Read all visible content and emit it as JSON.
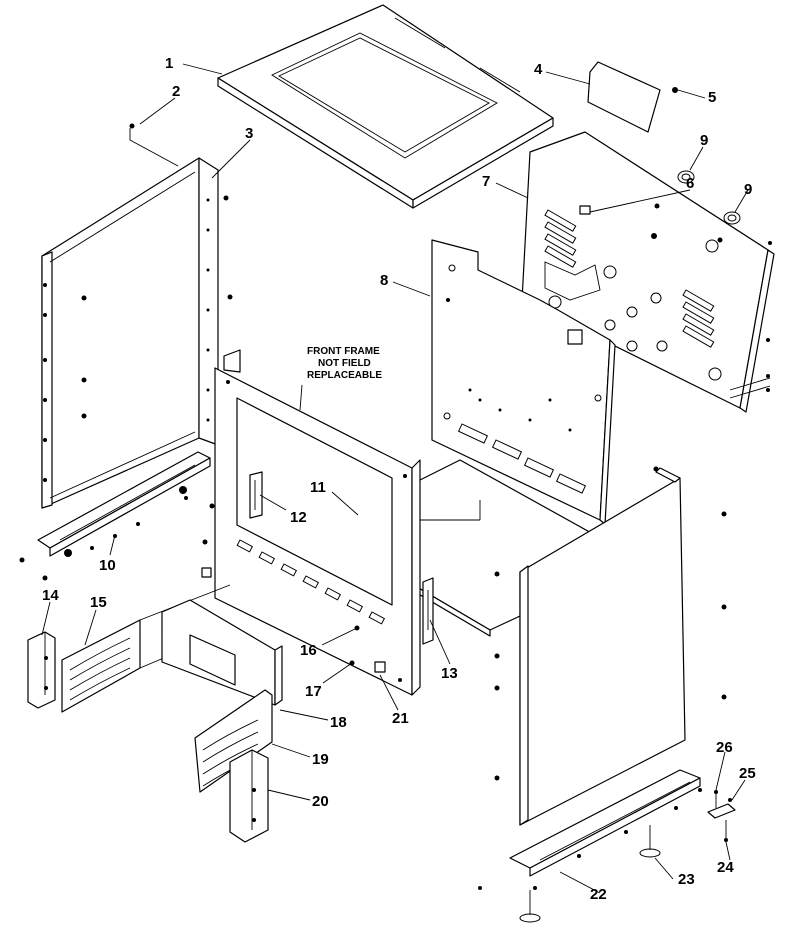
{
  "diagram": {
    "note_lines": [
      "FRONT FRAME",
      "NOT FIELD",
      "REPLACEABLE"
    ],
    "callouts": [
      {
        "id": "c1",
        "label": "1"
      },
      {
        "id": "c2",
        "label": "2"
      },
      {
        "id": "c3",
        "label": "3"
      },
      {
        "id": "c4",
        "label": "4"
      },
      {
        "id": "c5",
        "label": "5"
      },
      {
        "id": "c6",
        "label": "6"
      },
      {
        "id": "c7",
        "label": "7"
      },
      {
        "id": "c8",
        "label": "8"
      },
      {
        "id": "c9a",
        "label": "9"
      },
      {
        "id": "c9b",
        "label": "9"
      },
      {
        "id": "c10",
        "label": "10"
      },
      {
        "id": "c11",
        "label": "11"
      },
      {
        "id": "c12",
        "label": "12"
      },
      {
        "id": "c13",
        "label": "13"
      },
      {
        "id": "c14",
        "label": "14"
      },
      {
        "id": "c15",
        "label": "15"
      },
      {
        "id": "c16",
        "label": "16"
      },
      {
        "id": "c17",
        "label": "17"
      },
      {
        "id": "c18",
        "label": "18"
      },
      {
        "id": "c19",
        "label": "19"
      },
      {
        "id": "c20",
        "label": "20"
      },
      {
        "id": "c21",
        "label": "21"
      },
      {
        "id": "c22",
        "label": "22"
      },
      {
        "id": "c23",
        "label": "23"
      },
      {
        "id": "c24",
        "label": "24"
      },
      {
        "id": "c25",
        "label": "25"
      },
      {
        "id": "c26",
        "label": "26"
      }
    ]
  }
}
